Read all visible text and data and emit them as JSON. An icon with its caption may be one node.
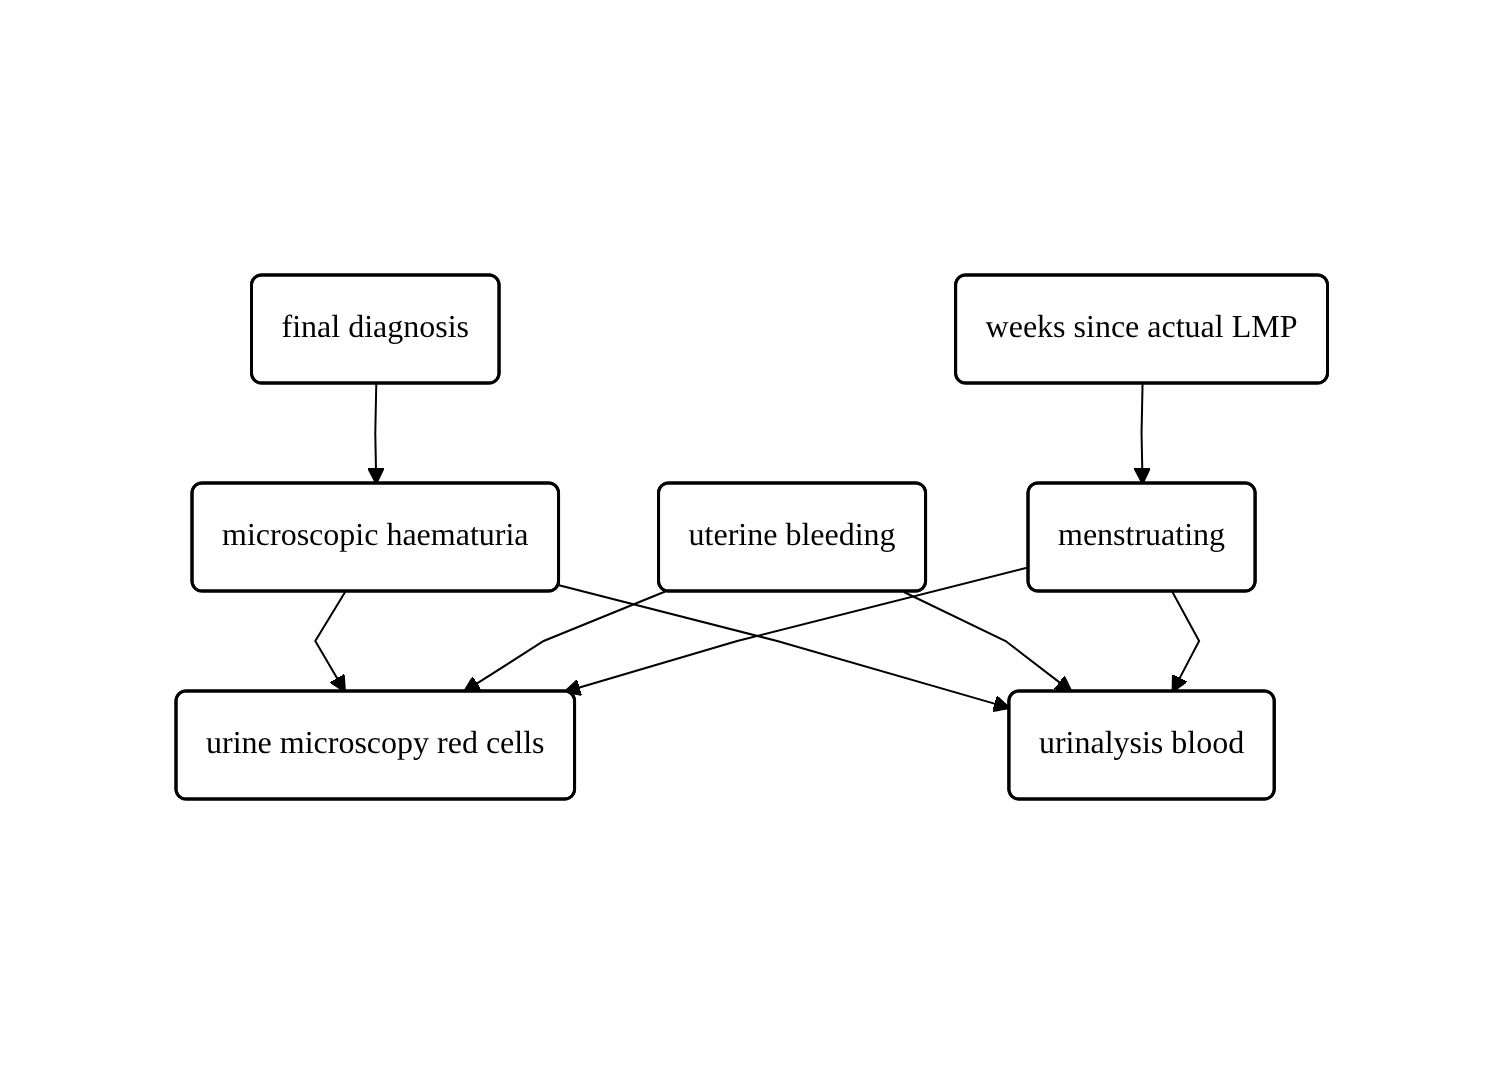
{
  "diagram": {
    "nodes": [
      {
        "text": [
          "final diagnosis"
        ]
      },
      {
        "text": [
          "weeks since actual LMP"
        ]
      },
      {
        "text": [
          "microscopic haematuria"
        ]
      },
      {
        "text": [
          "uterine bleeding"
        ]
      },
      {
        "text": [
          "menstruating"
        ]
      },
      {
        "text": [
          "urine microscopy red cells"
        ]
      },
      {
        "text": [
          "urinalysis blood"
        ]
      }
    ],
    "edges": [
      {
        "from": 0,
        "to": 2,
        "arrow": "to"
      },
      {
        "from": 1,
        "to": 4,
        "arrow": "to"
      },
      {
        "from": 2,
        "to": 5,
        "arrow": "to"
      },
      {
        "from": 2,
        "to": 6,
        "arrow": "to"
      },
      {
        "from": 3,
        "to": 5,
        "arrow": "to"
      },
      {
        "from": 3,
        "to": 6,
        "arrow": "to"
      },
      {
        "from": 4,
        "to": 5,
        "arrow": "to"
      },
      {
        "from": 4,
        "to": 6,
        "arrow": "to"
      }
    ]
  }
}
